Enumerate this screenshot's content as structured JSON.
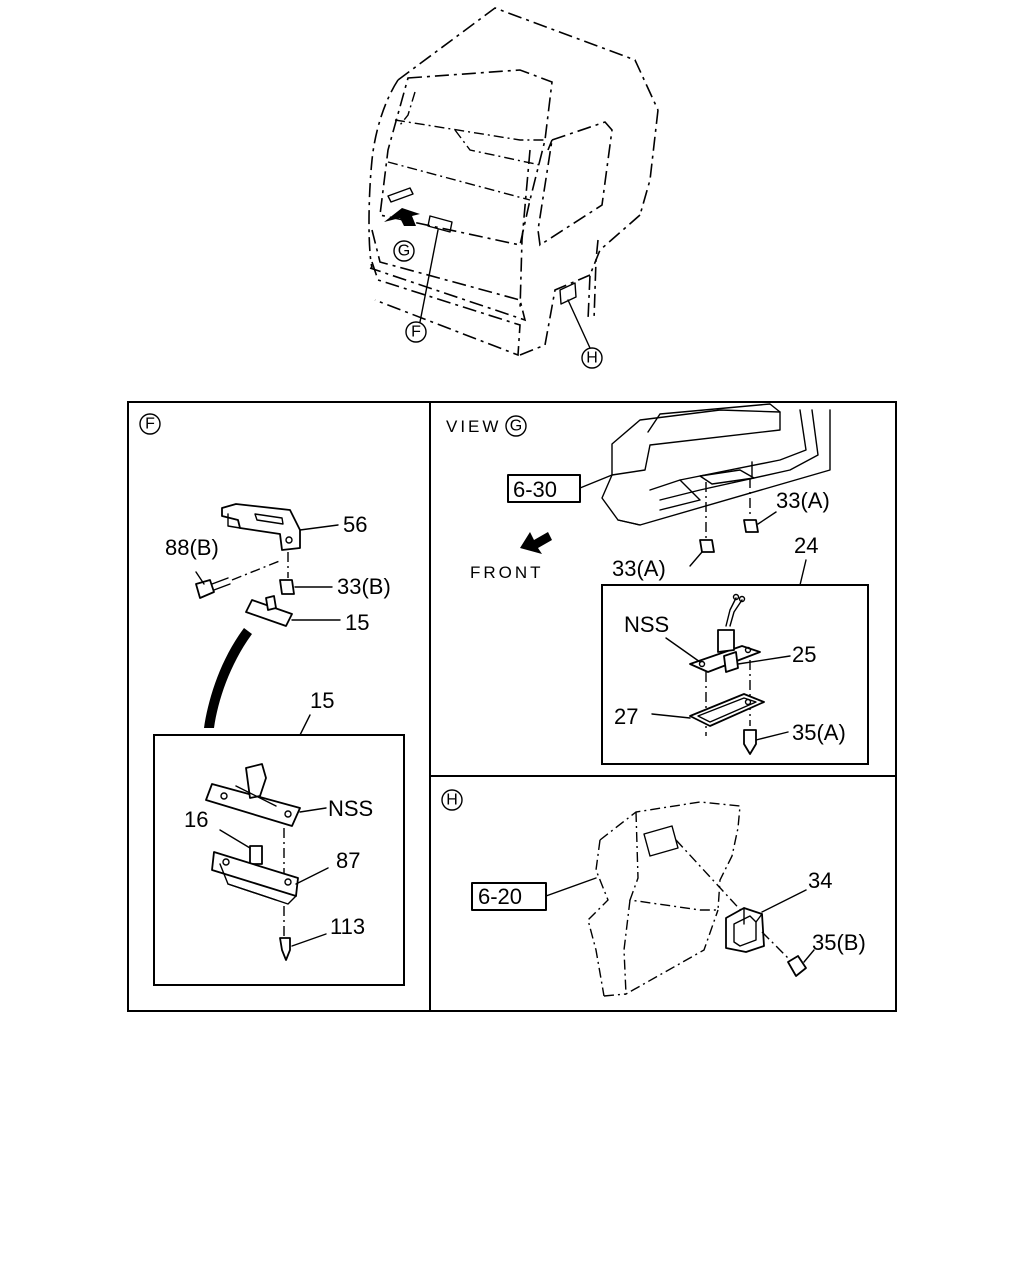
{
  "callouts": {
    "G": "G",
    "F": "F",
    "H": "H"
  },
  "panel_f": {
    "circle": "F",
    "labels": {
      "p56": "56",
      "p88b": "88(B)",
      "p33b": "33(B)",
      "p15a": "15",
      "p15b": "15",
      "nss": "NSS",
      "p16": "16",
      "p87": "87",
      "p113": "113"
    }
  },
  "panel_g": {
    "view_text": "VIEW",
    "circle": "G",
    "ref": "6-30",
    "front": "FRONT",
    "labels": {
      "p33a_1": "33(A)",
      "p33a_2": "33(A)",
      "p24": "24",
      "nss": "NSS",
      "p25": "25",
      "p27": "27",
      "p35a": "35(A)"
    }
  },
  "panel_h": {
    "circle": "H",
    "ref": "6-20",
    "labels": {
      "p34": "34",
      "p35b": "35(B)"
    }
  }
}
